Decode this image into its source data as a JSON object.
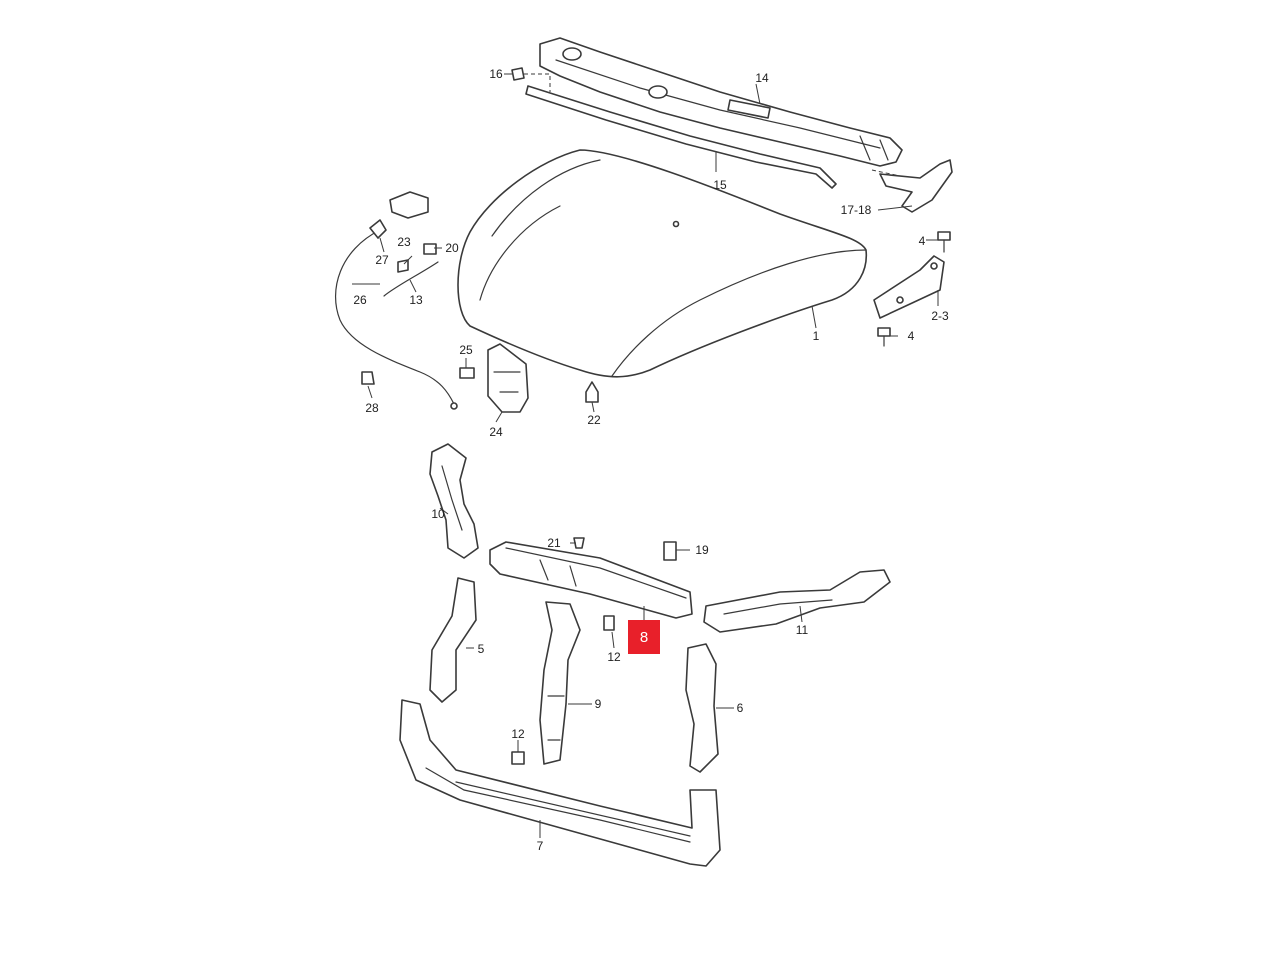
{
  "highlight": {
    "label": "8",
    "color": "#e8202a"
  },
  "callouts": {
    "c1": "1",
    "c2_3": "2-3",
    "c4a": "4",
    "c4b": "4",
    "c5": "5",
    "c6": "6",
    "c7": "7",
    "c9": "9",
    "c10": "10",
    "c11": "11",
    "c12a": "12",
    "c12b": "12",
    "c13": "13",
    "c14": "14",
    "c15": "15",
    "c16": "16",
    "c17_18": "17-18",
    "c19": "19",
    "c20": "20",
    "c21": "21",
    "c22": "22",
    "c23": "23",
    "c24": "24",
    "c25": "25",
    "c26": "26",
    "c27": "27",
    "c28": "28"
  }
}
